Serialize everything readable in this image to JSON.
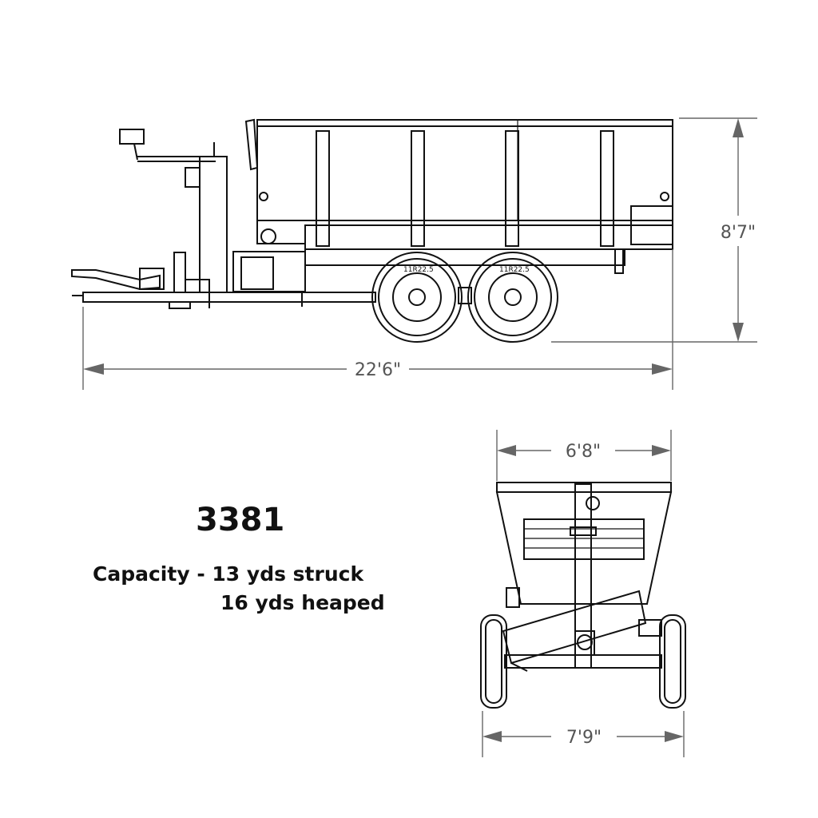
{
  "model": "3381",
  "capacity_struck": "Capacity - 13 yds struck",
  "capacity_heaped": "16 yds heaped",
  "dimensions": {
    "overall_length": "22'6\"",
    "overall_height": "8'7\"",
    "box_width": "6'8\"",
    "overall_width": "7'9\""
  },
  "tire_label": "11R22.5",
  "colors": {
    "line": "#111111",
    "dimension": "#666666",
    "background": "#ffffff"
  }
}
